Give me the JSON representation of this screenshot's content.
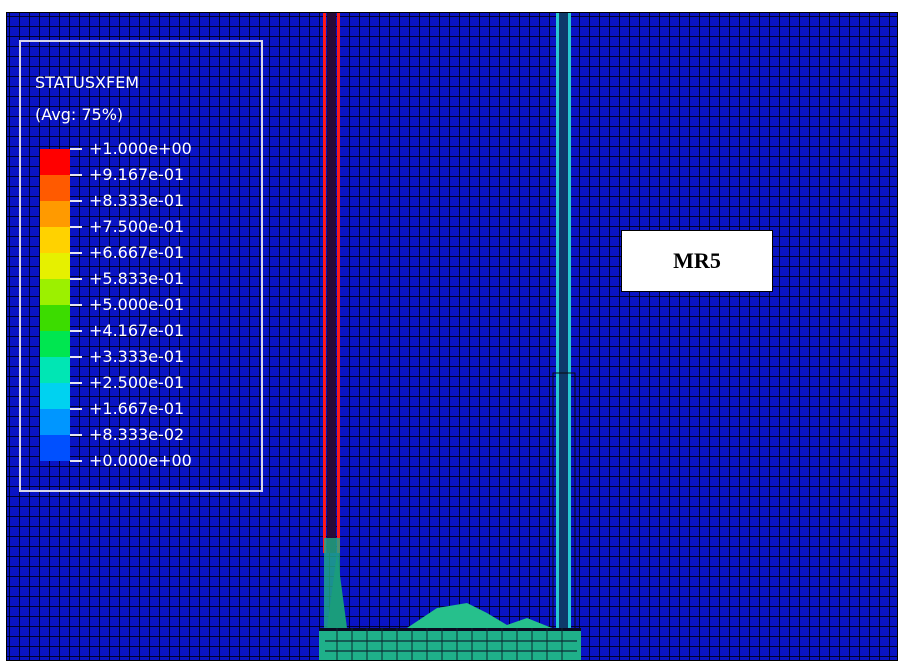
{
  "legend": {
    "title": "STATUSXFEM",
    "avg": "(Avg: 75%)",
    "levels": [
      {
        "label": "+1.000e+00",
        "color": "#ff0000"
      },
      {
        "label": "+9.167e-01",
        "color": "#ff5a00"
      },
      {
        "label": "+8.333e-01",
        "color": "#ff9a00"
      },
      {
        "label": "+7.500e-01",
        "color": "#ffd200"
      },
      {
        "label": "+6.667e-01",
        "color": "#e6f000"
      },
      {
        "label": "+5.833e-01",
        "color": "#9cf000"
      },
      {
        "label": "+5.000e-01",
        "color": "#3cdc00"
      },
      {
        "label": "+4.167e-01",
        "color": "#00e650"
      },
      {
        "label": "+3.333e-01",
        "color": "#00e6b4"
      },
      {
        "label": "+2.500e-01",
        "color": "#00d2f0"
      },
      {
        "label": "+1.667e-01",
        "color": "#0096ff"
      },
      {
        "label": "+8.333e-02",
        "color": "#0050ff"
      },
      {
        "label": "+0.000e+00",
        "color": "#0010ff"
      }
    ]
  },
  "model_label": "MR5",
  "colors": {
    "background_mesh": "#0a14c4",
    "crack_left": "#ff1010",
    "crack_right": "#28c8d0",
    "crack_base": "#2ed48c"
  }
}
